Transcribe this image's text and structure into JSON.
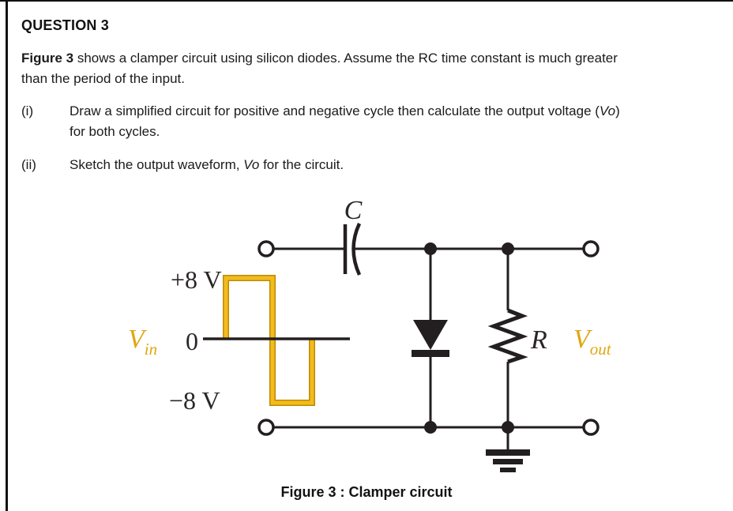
{
  "question": {
    "heading": "QUESTION 3",
    "intro": {
      "lead_bold": "Figure 3",
      "line1_rest": " shows a clamper circuit using silicon diodes. Assume the RC time constant is much greater",
      "line2": "than the period of the input."
    },
    "items": [
      {
        "marker": "(i)",
        "pre": "Draw a simplified circuit for positive and negative cycle then calculate the output voltage (",
        "em": "Vo",
        "post": ")",
        "line2": "for both cycles."
      },
      {
        "marker": "(ii)",
        "pre": "Sketch the output waveform, ",
        "em": "Vo",
        "post": " for the circuit."
      }
    ]
  },
  "figure": {
    "caption": "Figure 3 : Clamper circuit",
    "labels": {
      "capacitor": "C",
      "resistor": "R",
      "vin_main": "V",
      "vin_sub": "in",
      "vout_main": "V",
      "vout_sub": "out",
      "level_pos": "+8 V",
      "level_zero": "0",
      "level_neg": "−8 V"
    },
    "waveform": {
      "type": "square",
      "high_level_v": 8,
      "low_level_v": -8,
      "description": "square-wave input stepping 0 → +8 V → −8 V → 0"
    },
    "colors": {
      "ink": "#231F20",
      "gold": "#DFA70F",
      "gold_bright": "#F3BB1D",
      "gold_dark": "#BC8B00"
    }
  }
}
